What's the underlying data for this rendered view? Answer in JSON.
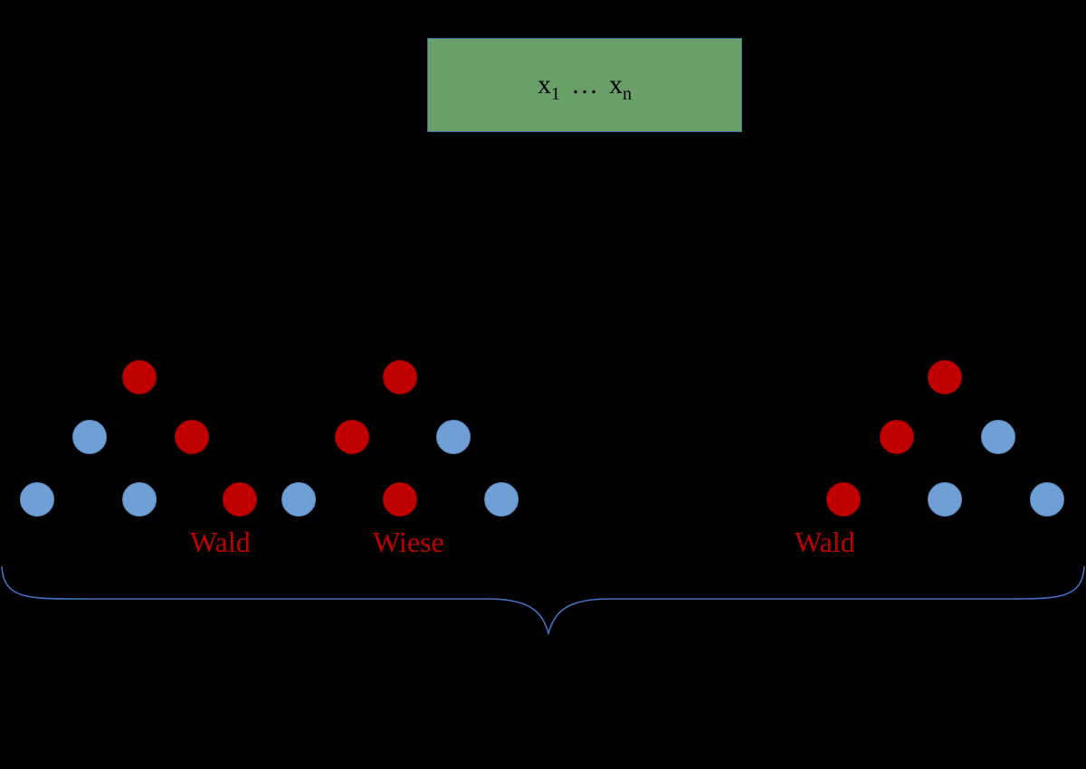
{
  "input_box": {
    "var_start": "x",
    "var_start_sub": "1",
    "ellipsis": "…",
    "var_end": "x",
    "var_end_sub": "n"
  },
  "trees": [
    {
      "name": "tree-1",
      "nodes": [
        "red",
        "blue",
        "red",
        "blue",
        "blue",
        "red"
      ],
      "result_label": "Wald"
    },
    {
      "name": "tree-2",
      "nodes": [
        "red",
        "red",
        "blue",
        "blue",
        "red",
        "blue"
      ],
      "result_label": "Wiese"
    },
    {
      "name": "tree-3",
      "nodes": [
        "red",
        "red",
        "blue",
        "red",
        "blue",
        "blue"
      ],
      "result_label": "Wald"
    }
  ],
  "colors": {
    "background": "#000000",
    "box_fill": "#6a9f6a",
    "box_border": "#41719c",
    "node_red": "#c00000",
    "node_blue": "#6f9fd5",
    "node_red_stroke": "#a10000",
    "node_blue_stroke": "#5b8ac0",
    "label_red": "#c00000",
    "brace": "#4472c4"
  }
}
